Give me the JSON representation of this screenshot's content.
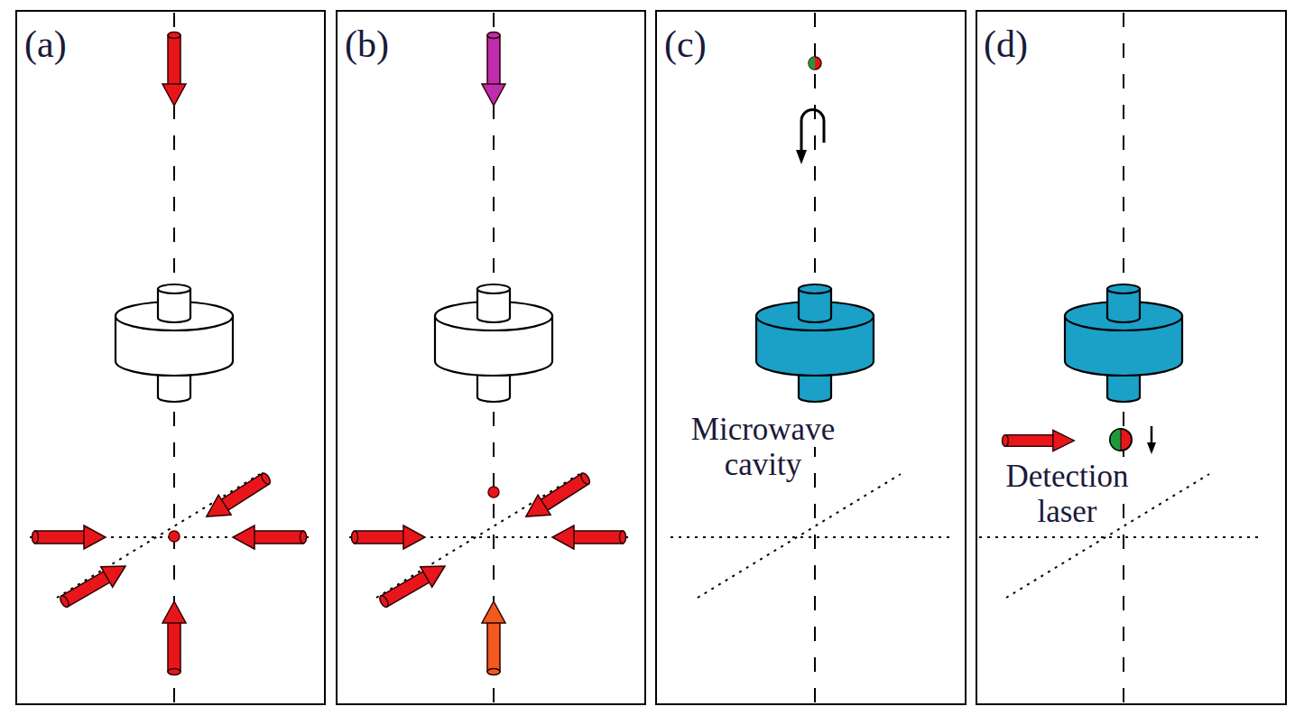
{
  "diagram": {
    "labels": [
      "(a)",
      "(b)",
      "(c)",
      "(d)",
      "Microwave cavity",
      "Detection laser"
    ]
  }
}
